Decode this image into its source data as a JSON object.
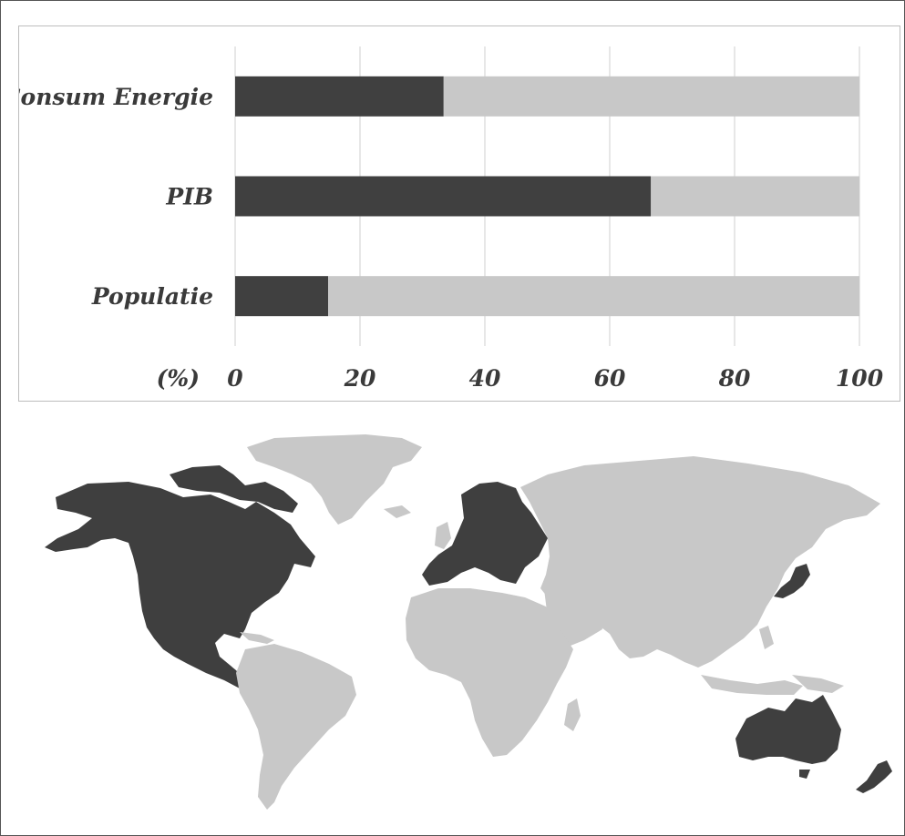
{
  "chart_data": {
    "type": "bar",
    "orientation": "horizontal",
    "stacked": true,
    "categories": [
      "Consum Energie",
      "PIB",
      "Populatie"
    ],
    "series": [
      {
        "values": [
          33.4,
          66.6,
          14.9
        ],
        "color": "#404040"
      },
      {
        "values": [
          66.6,
          33.4,
          85.1
        ],
        "color": "#c8c8c8"
      }
    ],
    "x_ticks": [
      "0",
      "20",
      "40",
      "60",
      "80",
      "100"
    ],
    "x_unit_label": "(%)",
    "xlim": [
      0,
      100
    ],
    "grid": true,
    "legend": "none"
  },
  "map": {
    "highlight_color": "#3f3f3f",
    "other_color": "#c8c8c8",
    "highlighted_regions": [
      "north-america",
      "europe",
      "japan",
      "australia",
      "new-zealand"
    ]
  }
}
